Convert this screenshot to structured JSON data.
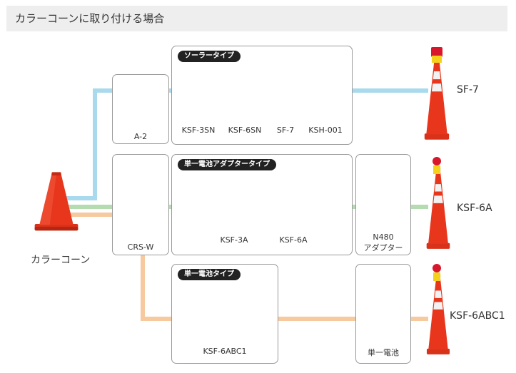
{
  "header": {
    "title": "カラーコーンに取り付ける場合"
  },
  "base": {
    "label": "カラーコーン"
  },
  "adapters": {
    "a2": "A-2",
    "crsw": "CRS-W"
  },
  "group_solar": {
    "title": "ソーラータイプ",
    "items": [
      "KSF-3SN",
      "KSF-6SN",
      "SF-7",
      "KSH-001"
    ]
  },
  "group_adapter": {
    "title": "単一電池アダプタータイプ",
    "items": [
      "KSF-3A",
      "KSF-6A"
    ]
  },
  "group_battery": {
    "title": "単一電池タイプ",
    "items": [
      "KSF-6ABC1"
    ]
  },
  "parts": {
    "n480_line1": "N480",
    "n480_line2": "アダプター",
    "battery": "単一電池"
  },
  "results": {
    "sf7": "SF-7",
    "ksf6a": "KSF-6A",
    "ksf6abc1": "KSF-6ABC1"
  },
  "colors": {
    "line_blue": "#a9d9ec",
    "line_green": "#b5dcb0",
    "line_orange": "#f6c99e",
    "cone": "#e8361c",
    "lamp": "#d8172c",
    "base_yellow": "#f4d21c"
  }
}
